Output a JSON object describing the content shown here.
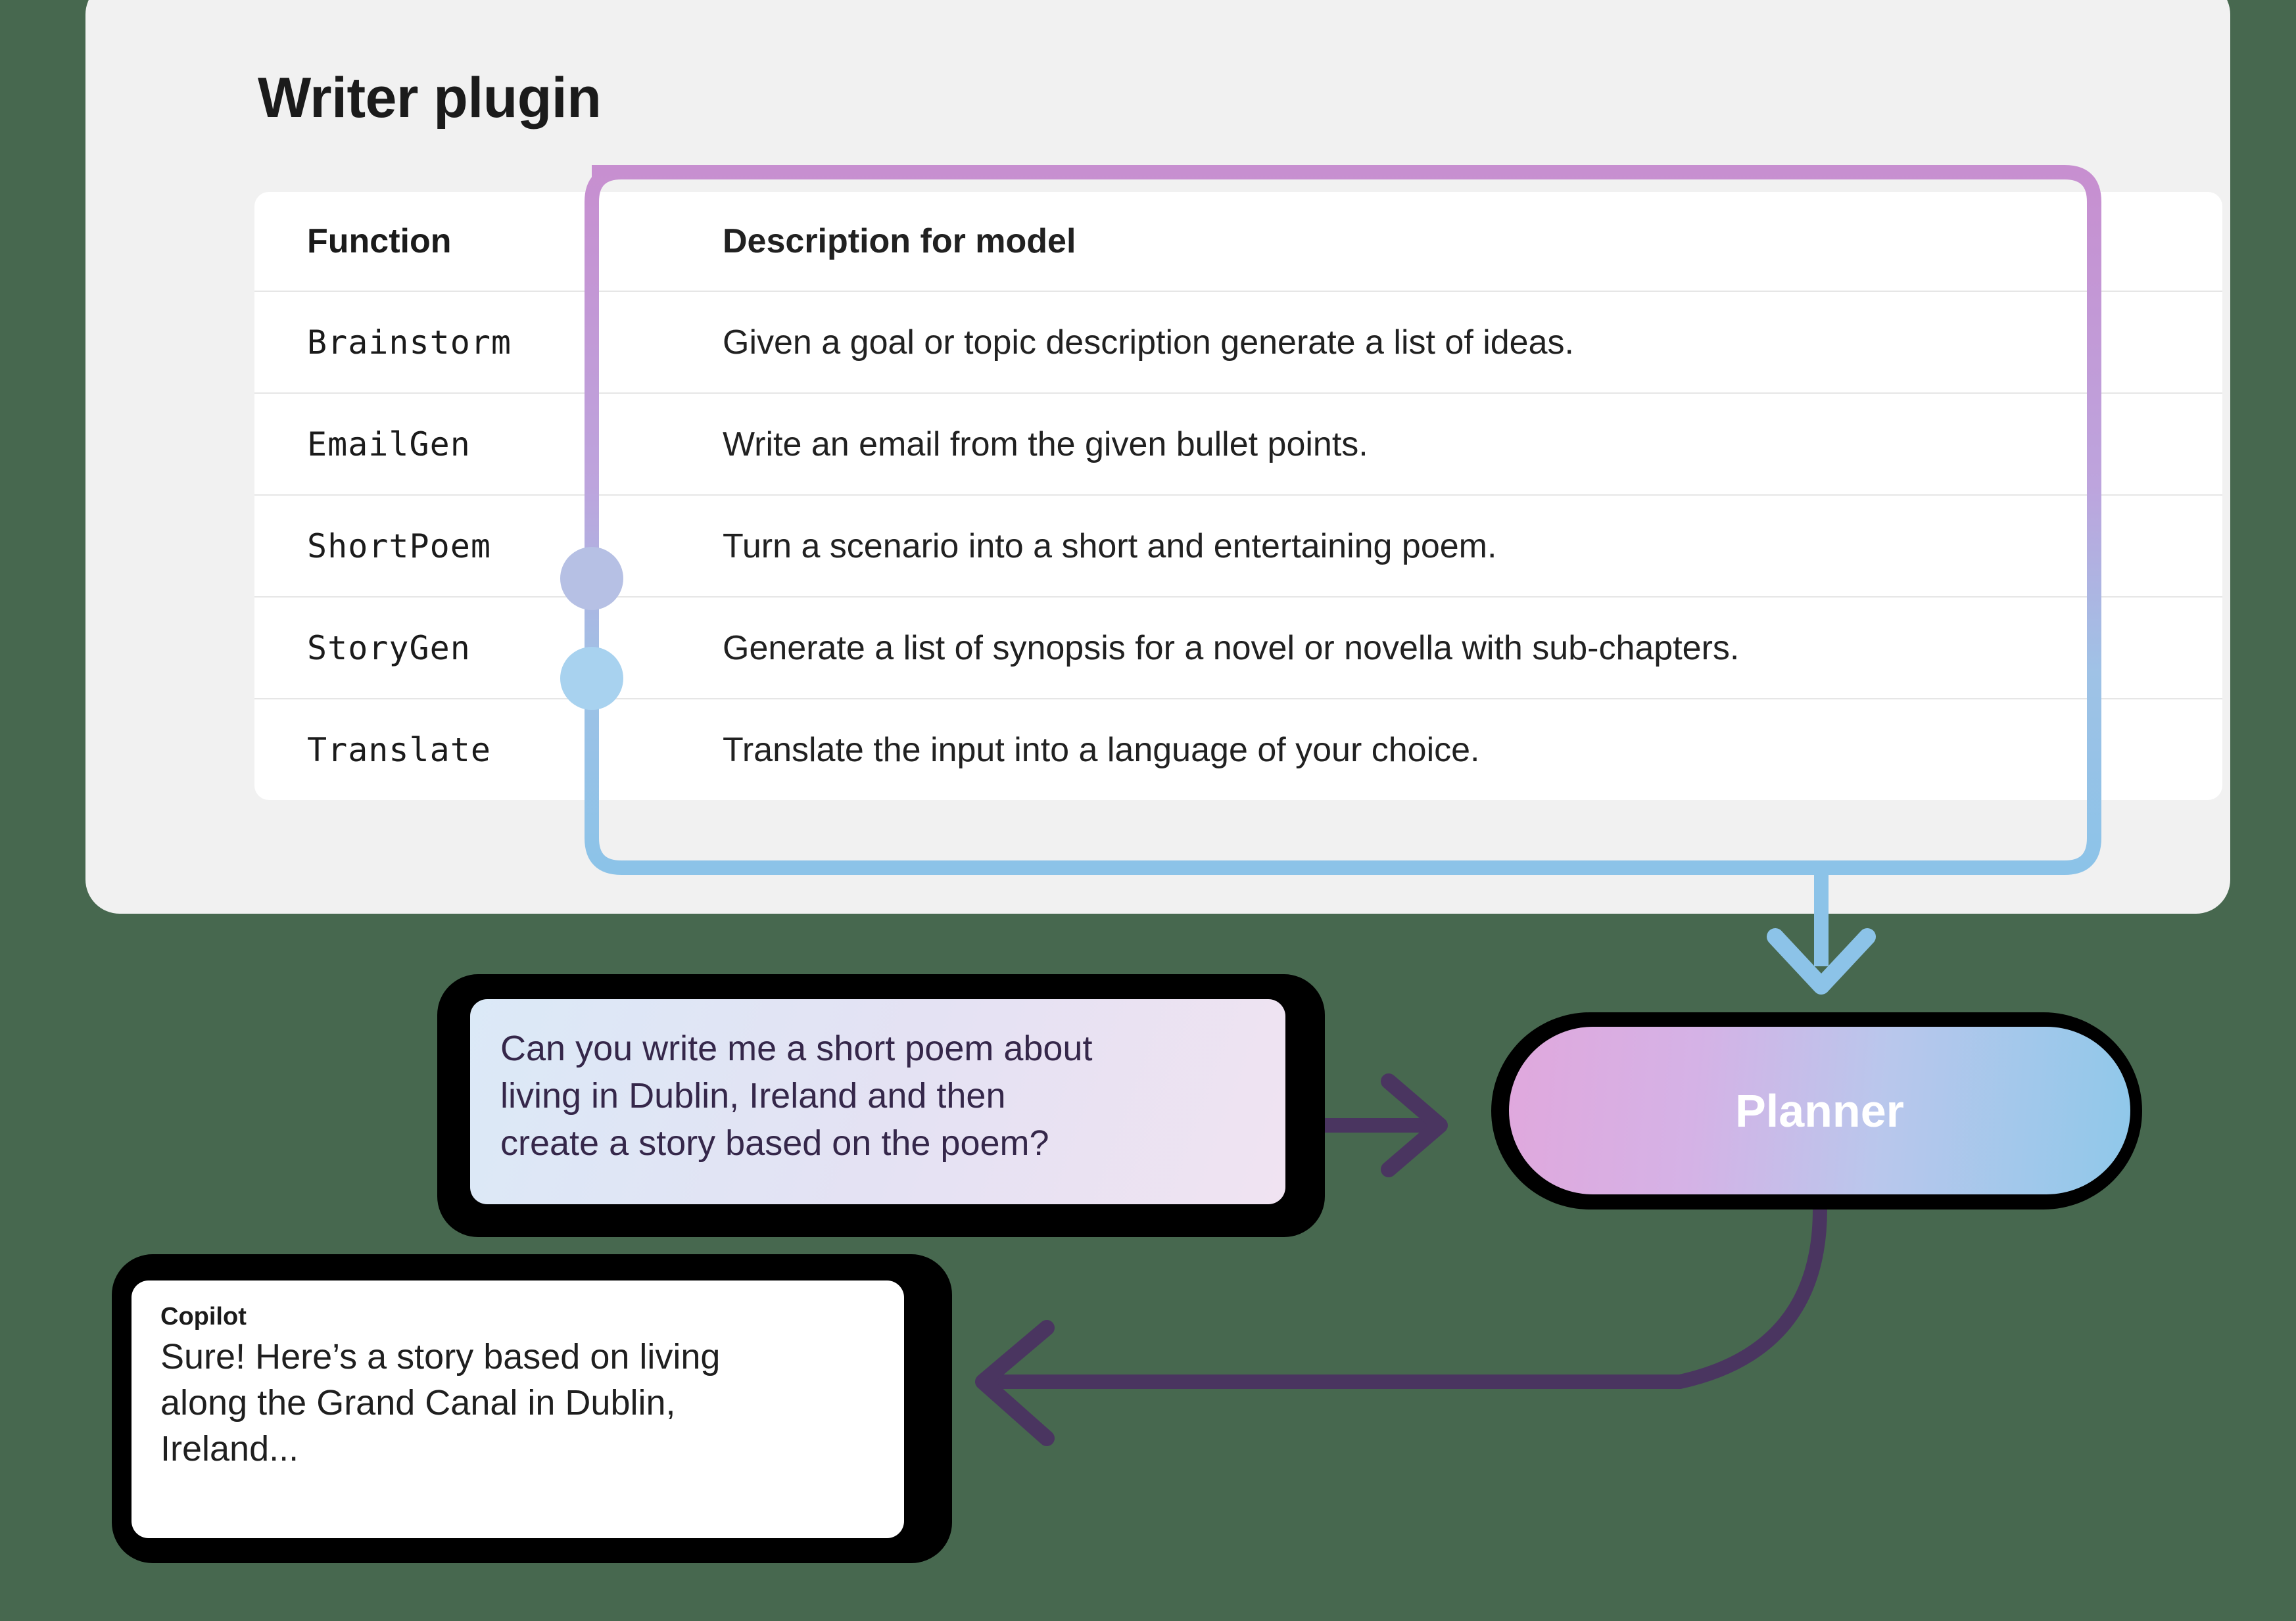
{
  "background_color": "#47684f",
  "card": {
    "title": "Writer plugin",
    "background_color": "#f1f1f1"
  },
  "table": {
    "columns": [
      "Function",
      "Description for model"
    ],
    "rows": [
      {
        "function": "Brainstorm",
        "description": "Given a goal or topic description generate a list of ideas.",
        "marker": null
      },
      {
        "function": "EmailGen",
        "description": "Write an email from the given bullet points.",
        "marker": null
      },
      {
        "function": "ShortPoem",
        "description": "Turn a scenario into a short and entertaining poem.",
        "marker": "#b6c0e4"
      },
      {
        "function": "StoryGen",
        "description": "Generate a list of synopsis for a novel or novella with sub-chapters.",
        "marker": "#a8d2ef"
      },
      {
        "function": "Translate",
        "description": "Translate the input into a language of your choice.",
        "marker": null
      }
    ]
  },
  "connector": {
    "gradient_start_color": "#c78fd0",
    "gradient_end_color": "#8cc3e8"
  },
  "prompt": {
    "text": "Can you write me a short poem about\nliving in Dublin, Ireland and then\ncreate a story based on the poem?"
  },
  "planner": {
    "label": "Planner",
    "gradient_start_color": "#e0a8dd",
    "gradient_end_color": "#8fc8ea"
  },
  "response": {
    "author": "Copilot",
    "text": "Sure! Here’s a story based on living\nalong the Grand Canal in Dublin,\nIreland..."
  },
  "arrows": {
    "color": "#4a3560",
    "forward_label": "prompt-to-planner",
    "return_label": "planner-to-copilot"
  }
}
